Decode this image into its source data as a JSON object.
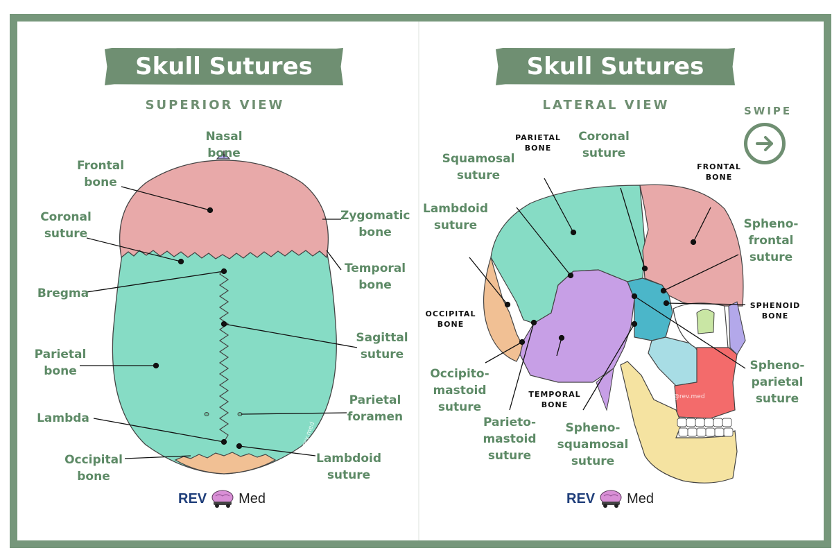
{
  "colors": {
    "frame": "#76977b",
    "accent": "#6f8f72",
    "label": "#5d8a66",
    "frontal": "#e8a9a9",
    "parietal": "#86dcc5",
    "occipital": "#f1c094",
    "temporal": "#c79fe6",
    "sphenoid": "#4bb6c9",
    "zygomatic": "#a8dde5",
    "nasal": "#b3a8ea",
    "maxilla": "#f36b6b",
    "mandible": "#f5e3a1",
    "lacrimal": "#c9e6a4"
  },
  "left_panel": {
    "title": "Skull Sutures",
    "subtitle": "SUPERIOR VIEW",
    "labels": {
      "nasal_bone": "Nasal bone",
      "frontal_bone": "Frontal\nbone",
      "coronal_suture": "Coronal\nsuture",
      "zygomatic_bone": "Zygomatic\nbone",
      "temporal_bone": "Temporal\nbone",
      "bregma": "Bregma",
      "sagittal_suture": "Sagittal\nsuture",
      "parietal_bone": "Parietal\nbone",
      "parietal_foramen": "Parietal\nforamen",
      "lambda": "Lambda",
      "lambdoid_suture": "Lambdoid\nsuture",
      "occipital_bone": "Occipital\nbone"
    },
    "watermark": "@rev.med",
    "logo": {
      "rev": "REV",
      "med": "Med"
    }
  },
  "right_panel": {
    "title": "Skull Sutures",
    "subtitle": "LATERAL VIEW",
    "swipe": "SWIPE",
    "swipe_icon": "arrow-right-circle-icon",
    "labels": {
      "parietal_bone": "PARIETAL\nBONE",
      "coronal_suture": "Coronal\nsuture",
      "squamosal_suture": "Squamosal\nsuture",
      "frontal_bone": "FRONTAL\nBONE",
      "lambdoid_suture": "Lambdoid\nsuture",
      "spheno_frontal_suture": "Spheno-\nfrontal\nsuture",
      "occipital_bone": "OCCIPITAL\nBONE",
      "sphenoid_bone": "SPHENOID\nBONE",
      "occipito_mastoid_suture": "Occipito-\nmastoid\nsuture",
      "spheno_parietal_suture": "Spheno-\nparietal\nsuture",
      "temporal_bone": "TEMPORAL\nBONE",
      "parieto_mastoid_suture": "Parieto-\nmastoid\nsuture",
      "spheno_squamosal_suture": "Spheno-\nsquamosal\nsuture"
    },
    "watermark": "@rev.med",
    "logo": {
      "rev": "REV",
      "med": "Med"
    }
  }
}
